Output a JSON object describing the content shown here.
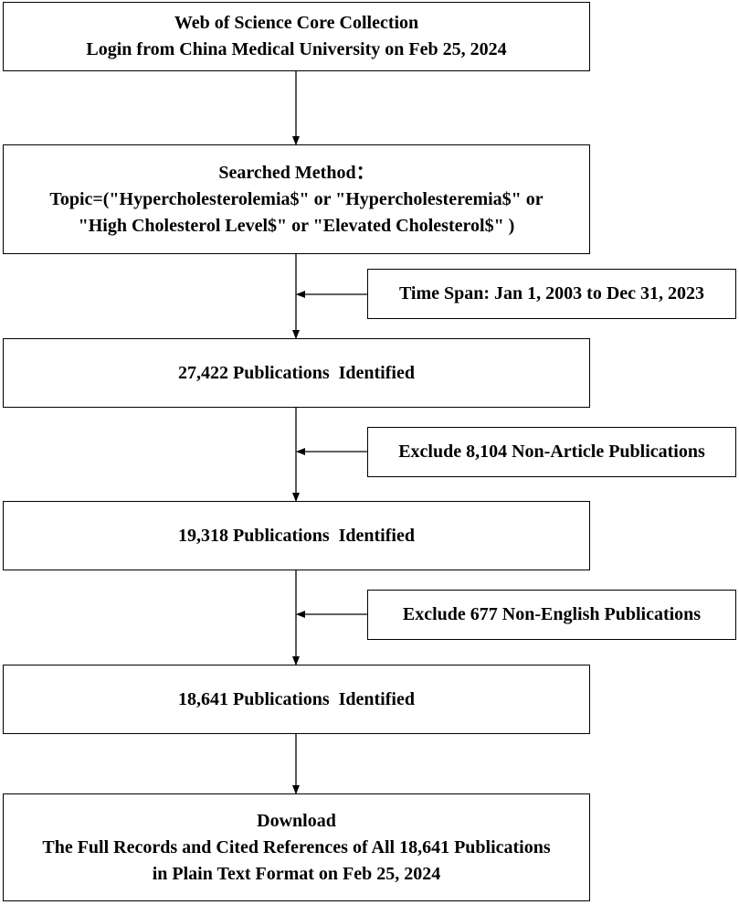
{
  "flowchart": {
    "source_box": {
      "lines": [
        "Web of Science Core Collection",
        "Login from China Medical University on Feb 25, 2024"
      ]
    },
    "search_box": {
      "lines": [
        "Searched Method：",
        "Topic=(\"Hypercholesterolemia$\" or \"Hypercholesteremia$\" or",
        "\"High Cholesterol Level$\" or \"Elevated Cholesterol$\" )"
      ]
    },
    "time_span_box": {
      "lines": [
        "Time Span: Jan 1, 2003 to Dec 31, 2023"
      ]
    },
    "identified_1_box": {
      "lines": [
        "27,422 Publications  Identified"
      ]
    },
    "exclude_1_box": {
      "lines": [
        "Exclude 8,104 Non-Article Publications"
      ]
    },
    "identified_2_box": {
      "lines": [
        "19,318 Publications  Identified"
      ]
    },
    "exclude_2_box": {
      "lines": [
        "Exclude 677 Non-English Publications"
      ]
    },
    "identified_3_box": {
      "lines": [
        "18,641 Publications  Identified"
      ]
    },
    "download_box": {
      "lines": [
        "Download",
        "The Full Records and Cited References of All 18,641 Publications",
        "in Plain Text Format on Feb 25, 2024"
      ]
    }
  }
}
